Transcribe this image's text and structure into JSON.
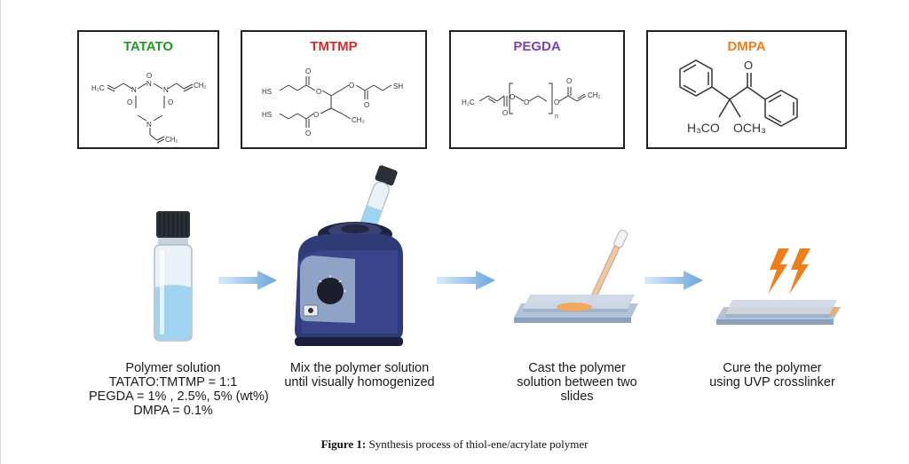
{
  "colors": {
    "tatato": "#1f9a1f",
    "tmtmp": "#d62828",
    "pegda": "#7b3fb8",
    "dmpa": "#ee7d1a",
    "arrow": "#6aa6dd"
  },
  "compounds": [
    {
      "name": "TATATO"
    },
    {
      "name": "TMTMP"
    },
    {
      "name": "PEGDA"
    },
    {
      "name": "DMPA"
    }
  ],
  "structure_labels": {
    "tatato": {
      "h2c": "H₂C",
      "ch2_right": "CH₂",
      "ch2_bottom": "CH₂",
      "n": "N",
      "o": "O"
    },
    "tmtmp": {
      "hs": "HS",
      "sh": "SH",
      "ch3": "CH₃",
      "o": "O"
    },
    "pegda": {
      "h2c": "H₂C",
      "ch2": "CH₂",
      "o": "O",
      "n": "n"
    },
    "dmpa": {
      "h3co": "H₃CO",
      "och3": "OCH₃",
      "o": "O"
    }
  },
  "steps": [
    {
      "icon": "vial-icon",
      "lines": [
        "Polymer solution",
        "TATATO:TMTMP = 1:1",
        "PEGDA = 1% , 2.5%, 5% (wt%)",
        "DMPA = 0.1%"
      ]
    },
    {
      "icon": "vortex-mixer-icon",
      "lines": [
        "Mix the polymer solution",
        "until visually homogenized"
      ]
    },
    {
      "icon": "glass-slides-pipette-icon",
      "lines": [
        "Cast the polymer",
        "solution between two",
        "slides"
      ]
    },
    {
      "icon": "uv-cure-slides-icon",
      "lines": [
        "Cure the polymer",
        "using UVP crosslinker"
      ]
    }
  ],
  "figure": {
    "label": "Figure 1:",
    "text": " Synthesis process of thiol-ene/acrylate polymer"
  }
}
